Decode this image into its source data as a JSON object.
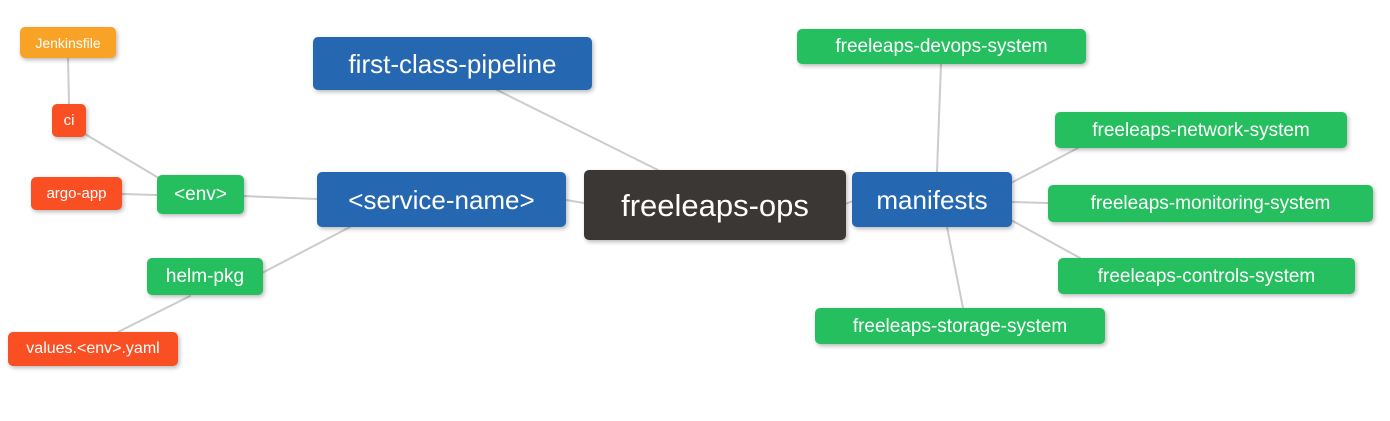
{
  "diagram": {
    "type": "mindmap",
    "root_label": "freeleaps-ops",
    "palette": {
      "root_bg": "#3B3734",
      "branch_blue_bg": "#2667B2",
      "leaf_green_bg": "#26BF5F",
      "leaf_red_bg": "#FA4E23",
      "leaf_orange_bg": "#F9A326",
      "edge_line": "#CCCCCC",
      "node_text": "#FFFFFF",
      "background": "#FFFFFF"
    },
    "nodes": {
      "freeleaps_ops": {
        "label": "freeleaps-ops",
        "level": 1
      },
      "first_class_pipeline": {
        "label": "first-class-pipeline",
        "level": 2
      },
      "service_name": {
        "label": "<service-name>",
        "level": 2
      },
      "manifests": {
        "label": "manifests",
        "level": 2
      },
      "env": {
        "label": "<env>",
        "level": 3
      },
      "helm_pkg": {
        "label": "helm-pkg",
        "level": 3
      },
      "ci": {
        "label": "ci",
        "level": 4
      },
      "argo_app": {
        "label": "argo-app",
        "level": 4
      },
      "jenkinsfile": {
        "label": "Jenkinsfile",
        "level": 5
      },
      "values_env_yaml": {
        "label": "values.<env>.yaml",
        "level": 4
      },
      "devops_system": {
        "label": "freeleaps-devops-system",
        "level": 3
      },
      "network_system": {
        "label": "freeleaps-network-system",
        "level": 3
      },
      "monitoring_system": {
        "label": "freeleaps-monitoring-system",
        "level": 3
      },
      "controls_system": {
        "label": "freeleaps-controls-system",
        "level": 3
      },
      "storage_system": {
        "label": "freeleaps-storage-system",
        "level": 3
      }
    },
    "hierarchy": {
      "freeleaps-ops": [
        "first-class-pipeline",
        "<service-name>",
        "manifests"
      ],
      "<service-name>": [
        "<env>",
        "helm-pkg"
      ],
      "<env>": [
        "ci",
        "argo-app"
      ],
      "ci": [
        "Jenkinsfile"
      ],
      "helm-pkg": [
        "values.<env>.yaml"
      ],
      "manifests": [
        "freeleaps-devops-system",
        "freeleaps-network-system",
        "freeleaps-monitoring-system",
        "freeleaps-controls-system",
        "freeleaps-storage-system"
      ]
    }
  }
}
